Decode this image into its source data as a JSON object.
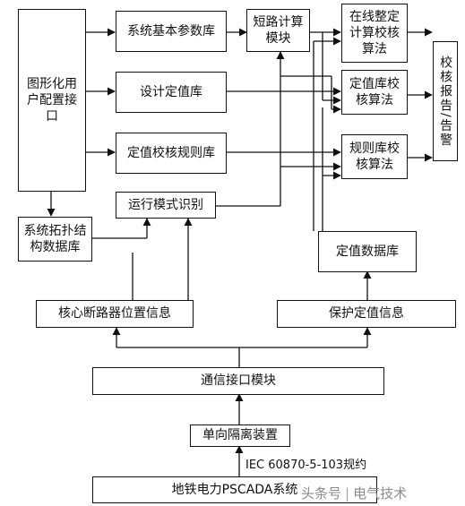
{
  "nodes": {
    "gui": "图形化用户配置接口",
    "sys_params": "系统基本参数库",
    "short_circuit": "短路计算模块",
    "online_check": "在线整定计算校核算法",
    "design_lib": "设计定值库",
    "setting_lib_check": "定值库校核算法",
    "report": "校核报告/告警",
    "rule_lib": "定值校核规则库",
    "rule_lib_check": "规则库校核算法",
    "topo_db": "系统拓扑结构数据库",
    "op_mode": "运行模式识别",
    "setting_db": "定值数据库",
    "breaker_info": "核心断路器位置信息",
    "protect_info": "保护定值信息",
    "comm_module": "通信接口模块",
    "isolation": "单向隔离装置",
    "pscada": "地铁电力PSCADA系统"
  },
  "protocol_label": "IEC 60870-5-103规约",
  "watermark": {
    "source": "头条号",
    "author": "电气技术"
  }
}
